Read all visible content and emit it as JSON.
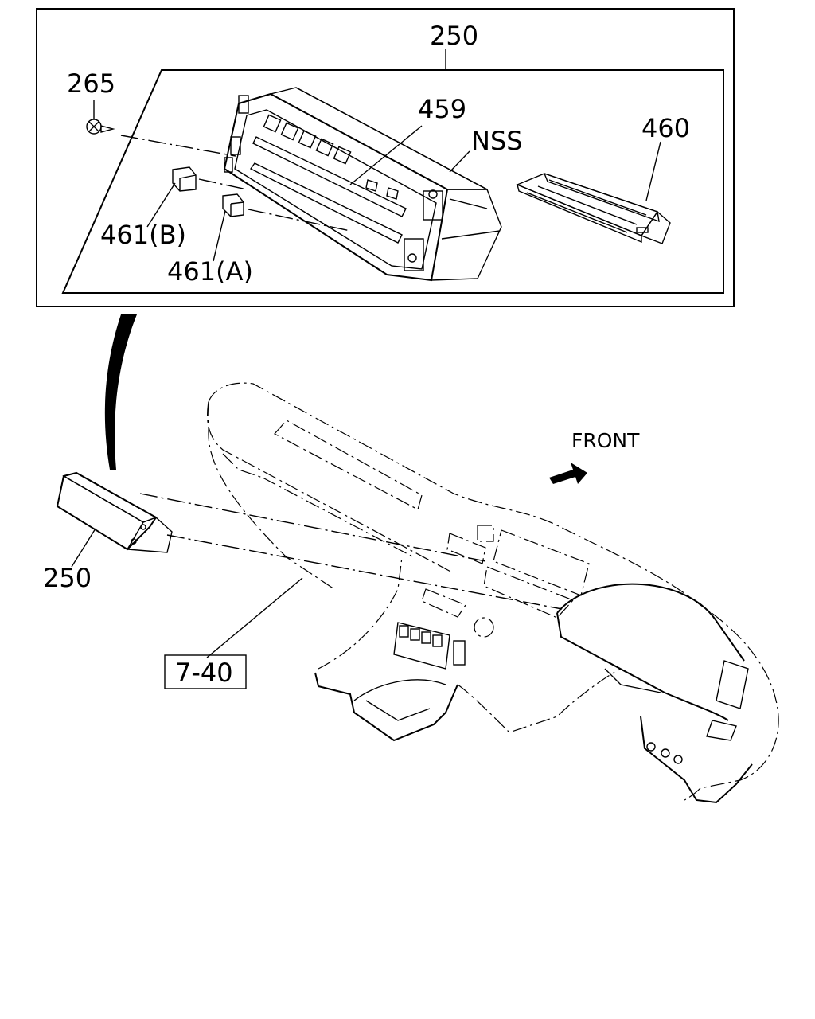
{
  "diagram": {
    "labels": {
      "assembly_top": "250",
      "screw": "265",
      "panel": "459",
      "nss": "NSS",
      "module": "460",
      "knob_b": "461(B)",
      "knob_a": "461(A)",
      "assembly_bottom": "250",
      "front": "FRONT",
      "ref": "7-40"
    }
  }
}
